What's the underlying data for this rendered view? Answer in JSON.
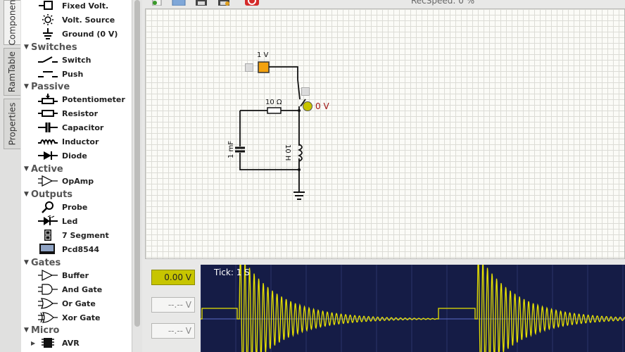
{
  "sidebar": {
    "tabs": [
      {
        "label": "Componen"
      },
      {
        "label": "RamTable"
      },
      {
        "label": "Properties"
      }
    ],
    "categories": [
      {
        "label": "Switches"
      },
      {
        "label": "Passive"
      },
      {
        "label": "Active"
      },
      {
        "label": "Outputs"
      },
      {
        "label": "Gates"
      },
      {
        "label": "Micro"
      }
    ],
    "items": [
      {
        "label": "Fixed Volt.",
        "icon": "fixed-volt-icon"
      },
      {
        "label": "Volt. Source",
        "icon": "volt-source-icon"
      },
      {
        "label": "Ground (0 V)",
        "icon": "ground-icon"
      },
      {
        "label": "Switch",
        "icon": "switch-icon"
      },
      {
        "label": "Push",
        "icon": "push-icon"
      },
      {
        "label": "Potentiometer",
        "icon": "potentiometer-icon"
      },
      {
        "label": "Resistor",
        "icon": "resistor-icon"
      },
      {
        "label": "Capacitor",
        "icon": "capacitor-icon"
      },
      {
        "label": "Inductor",
        "icon": "inductor-icon"
      },
      {
        "label": "Diode",
        "icon": "diode-icon"
      },
      {
        "label": "OpAmp",
        "icon": "opamp-icon"
      },
      {
        "label": "Probe",
        "icon": "probe-icon"
      },
      {
        "label": "Led",
        "icon": "led-icon"
      },
      {
        "label": "7 Segment",
        "icon": "seven-segment-icon"
      },
      {
        "label": "Pcd8544",
        "icon": "pcd8544-icon"
      },
      {
        "label": "Buffer",
        "icon": "buffer-icon"
      },
      {
        "label": "And Gate",
        "icon": "and-gate-icon"
      },
      {
        "label": "Or Gate",
        "icon": "or-gate-icon"
      },
      {
        "label": "Xor Gate",
        "icon": "xor-gate-icon"
      },
      {
        "label": "AVR",
        "icon": "avr-chip-icon"
      }
    ]
  },
  "toolbar": {
    "title": "RecSpeed: 0 %",
    "icons": [
      "new-icon",
      "open-icon",
      "save-icon",
      "save-as-icon",
      "power-icon"
    ]
  },
  "circuit": {
    "fixed_volt_label": "1 V",
    "resistor_label": "10 Ω",
    "capacitor_label": "1 mF",
    "inductor_label": "10 H",
    "probe_label": "0 V"
  },
  "meter": {
    "values": [
      "0.00 V",
      "--.-- V",
      "--.-- V"
    ]
  },
  "scope": {
    "tick_label": "Tick: 1 S"
  },
  "colors": {
    "scope_bg": "#151c46",
    "trace": "#e8e200",
    "fixed_volt": "#f3a20e",
    "probe": "#c8c400",
    "probe_text": "#a01414",
    "power": "#d42a2a"
  }
}
